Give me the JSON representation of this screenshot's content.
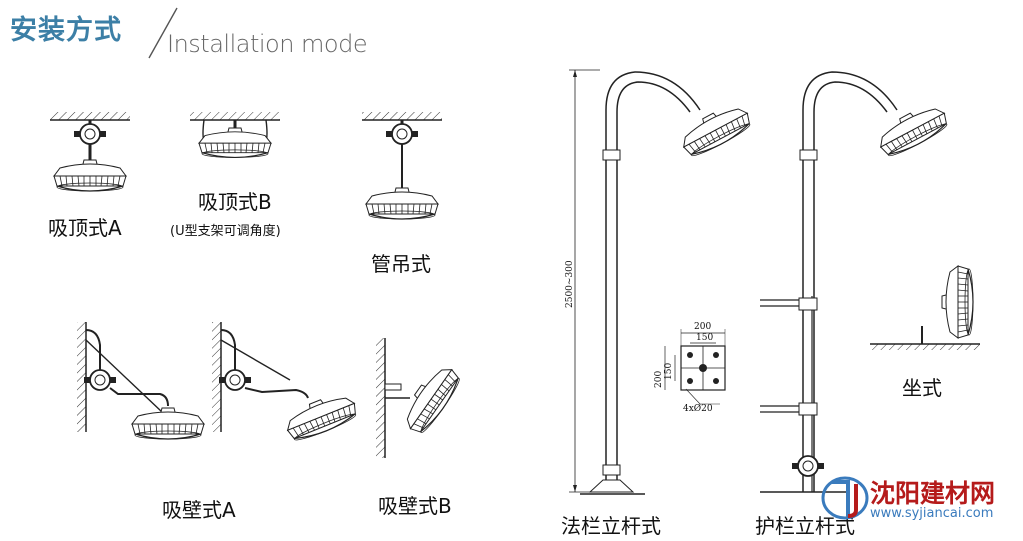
{
  "header": {
    "title_cn": "安装方式",
    "title_en": "Installation mode"
  },
  "labels": {
    "ceiling_a": "吸顶式A",
    "ceiling_b": "吸顶式B",
    "ceiling_b_note": "(U型支架可调角度)",
    "pipe_pendant": "管吊式",
    "wall_a": "吸壁式A",
    "wall_b": "吸壁式B",
    "flange_pole": "法栏立杆式",
    "guardrail_pole": "护栏立杆式",
    "seat": "坐式"
  },
  "dimensions": {
    "pole_height": "2500~300",
    "base_w_outer": "200",
    "base_w_inner": "150",
    "base_h_outer": "200",
    "base_h_inner": "150",
    "bolts": "4xØ20"
  },
  "watermark": {
    "name": "沈阳建材网",
    "url": "www.syjiancai.com"
  },
  "colors": {
    "header_accent": "#3c7fa6",
    "line": "#222222",
    "watermark_red": "#b51b1b",
    "watermark_blue": "#3a7bbd"
  }
}
